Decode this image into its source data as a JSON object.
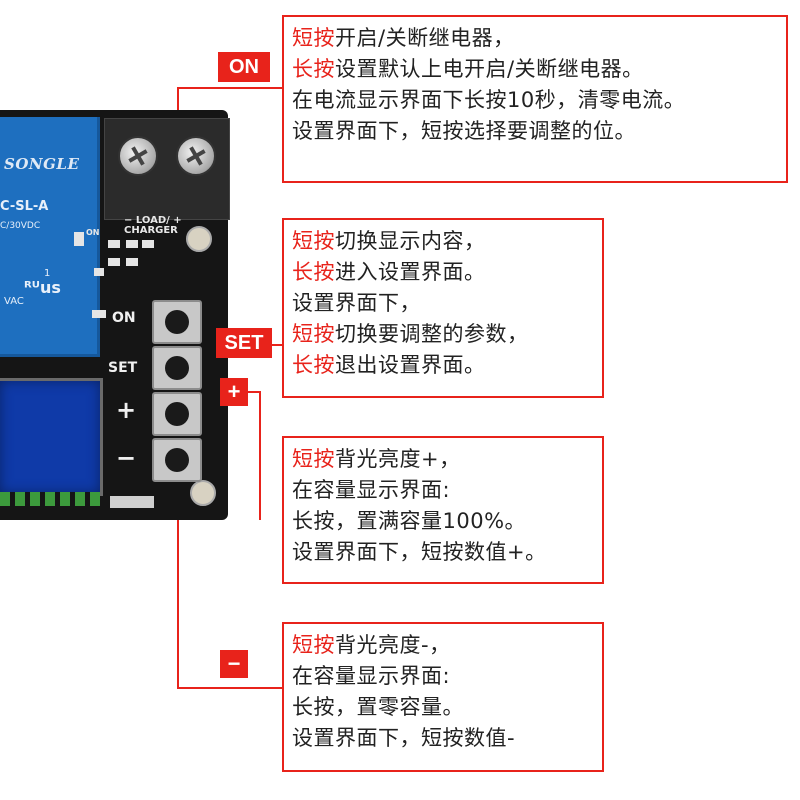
{
  "tags": {
    "on": "ON",
    "set": "SET",
    "plus": "+",
    "minus": "−"
  },
  "board": {
    "relay_brand": "SONGLE",
    "relay_model": "C-SL-A",
    "relay_spec": "C/30VDC",
    "relay_cert_1": "1",
    "relay_cert_2": "us",
    "relay_cert_3": "VAC",
    "terminal_label": "− LOAD/ +",
    "terminal_label2": "CHARGER",
    "silk_on": "ON",
    "silk_set": "SET",
    "silk_plus": "+",
    "silk_minus": "−",
    "silk_small_on": "ON"
  },
  "callouts": {
    "on": [
      {
        "emph": "短按",
        "text": "开启/关断继电器，"
      },
      {
        "emph": "长按",
        "text": "设置默认上电开启/关断继电器。"
      },
      {
        "emph": "",
        "text": "在电流显示界面下长按10秒，清零电流。"
      },
      {
        "emph": "",
        "text": "设置界面下，短按选择要调整的位。"
      }
    ],
    "set": [
      {
        "emph": "短按",
        "text": "切换显示内容，"
      },
      {
        "emph": "长按",
        "text": "进入设置界面。"
      },
      {
        "emph": "",
        "text": "设置界面下，"
      },
      {
        "emph": "短按",
        "text": "切换要调整的参数，"
      },
      {
        "emph": "长按",
        "text": "退出设置界面。"
      }
    ],
    "plus": [
      {
        "emph": "短按",
        "text": "背光亮度+，"
      },
      {
        "emph": "",
        "text": "在容量显示界面:"
      },
      {
        "emph": "",
        "text": "长按，置满容量100%。"
      },
      {
        "emph": "",
        "text": "设置界面下，短按数值+。"
      }
    ],
    "minus": [
      {
        "emph": "短按",
        "text": "背光亮度-，"
      },
      {
        "emph": "",
        "text": "在容量显示界面:"
      },
      {
        "emph": "",
        "text": "长按，置零容量。"
      },
      {
        "emph": "",
        "text": "设置界面下，短按数值-"
      }
    ]
  },
  "colors": {
    "accent": "#e8231b",
    "board": "#151515",
    "relay": "#1e6fbf",
    "lcd": "#0f3aa8"
  }
}
